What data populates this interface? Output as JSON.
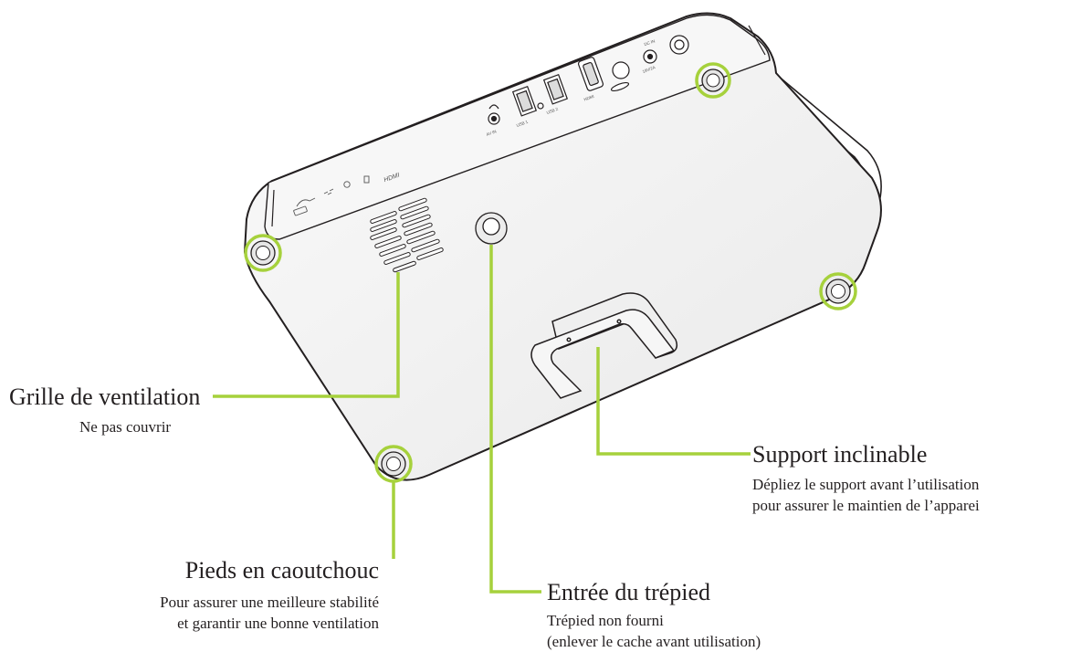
{
  "device": {
    "port_labels": {
      "av_in": "AV IN",
      "usb1": "USB 1",
      "usb2": "USB 2",
      "hdmi": "HDMI",
      "dc_in": "DC IN",
      "dc_in_rating": "19V/2A"
    },
    "logo_marks": {
      "hdmi_logo": "HDMI"
    }
  },
  "callouts": {
    "vent": {
      "title": "Grille de ventilation",
      "note_lines": [
        "Ne pas couvrir"
      ]
    },
    "feet": {
      "title": "Pieds en caoutchouc",
      "note_lines": [
        "Pour assurer une meilleure stabilité",
        "et garantir une bonne ventilation"
      ]
    },
    "tripod": {
      "title": "Entrée du trépied",
      "note_lines": [
        "Trépied non fourni",
        "(enlever le cache avant utilisation)"
      ]
    },
    "stand": {
      "title": "Support inclinable",
      "note_lines": [
        "Dépliez le support avant l’utilisation",
        "pour assurer le maintien de l’apparei"
      ]
    }
  },
  "colors": {
    "highlight": "#a6d13c",
    "outline": "#231f20",
    "body_fill": "#f3f3f3",
    "top_fill": "#fafafa",
    "text": "#231f20"
  }
}
